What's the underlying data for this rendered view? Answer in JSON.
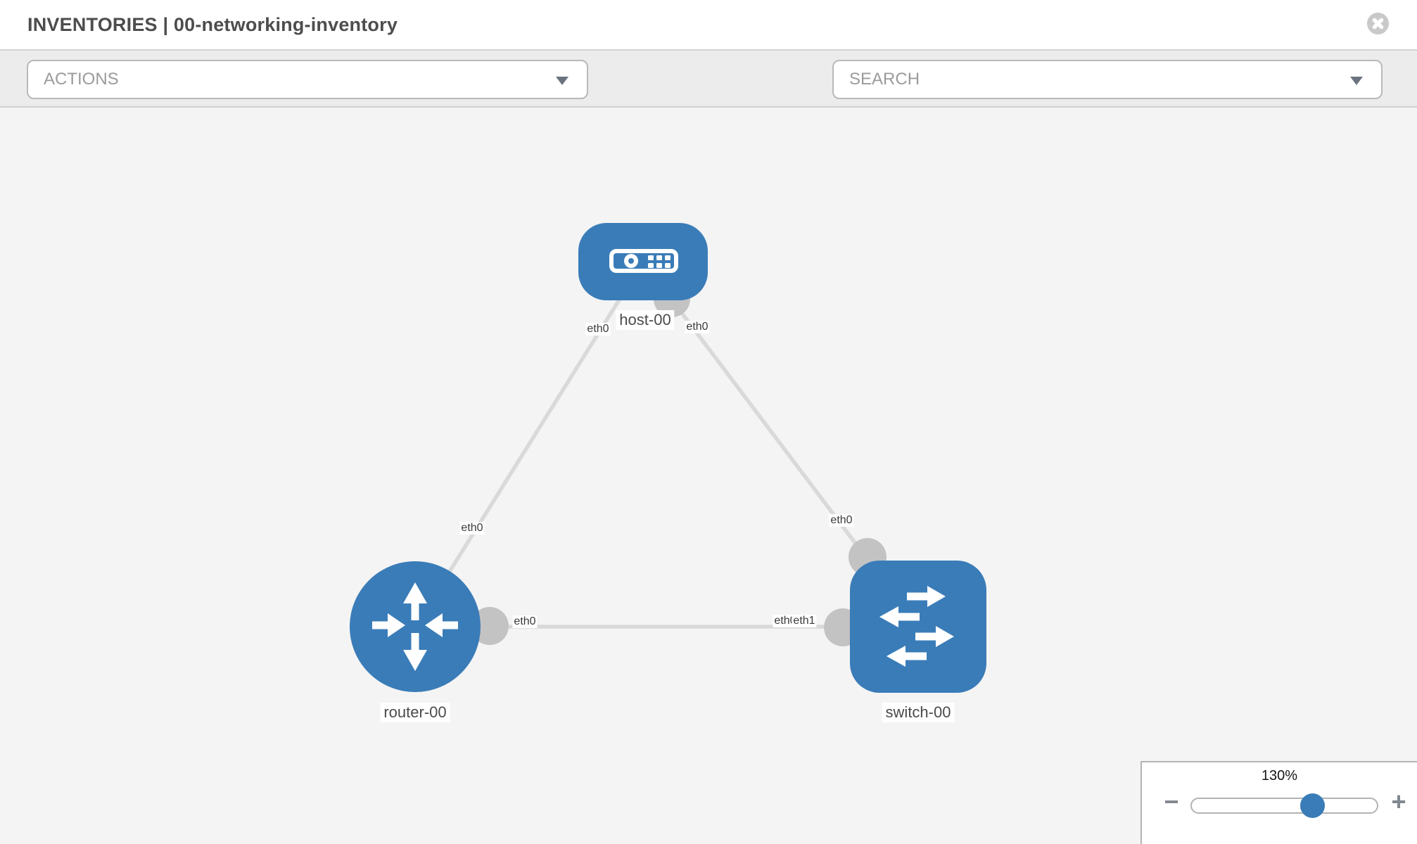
{
  "header": {
    "title": "INVENTORIES | 00-networking-inventory"
  },
  "toolbar": {
    "actions_placeholder": "ACTIONS",
    "search_placeholder": "SEARCH"
  },
  "topology": {
    "nodes": [
      {
        "id": "host-00",
        "type": "host",
        "label": "host-00"
      },
      {
        "id": "router-00",
        "type": "router",
        "label": "router-00"
      },
      {
        "id": "switch-00",
        "type": "switch",
        "label": "switch-00"
      }
    ],
    "links": [
      {
        "from": "host-00",
        "to": "router-00"
      },
      {
        "from": "host-00",
        "to": "switch-00"
      },
      {
        "from": "router-00",
        "to": "switch-00"
      }
    ],
    "interface_badges": [
      {
        "text": "eth0"
      },
      {
        "text": "eth0"
      },
      {
        "text": "eth0"
      },
      {
        "text": "eth0"
      },
      {
        "text": "eth0"
      },
      {
        "text": "eth0"
      },
      {
        "text": "eth1"
      }
    ]
  },
  "zoom_control": {
    "level": "130%",
    "minus": "−",
    "plus": "+"
  },
  "colors": {
    "node_blue": "#3a7cb8",
    "link_gray": "#d9d9d9",
    "iface_gray": "#c3c3c3",
    "canvas_bg": "#f4f4f4",
    "toolbar_bg": "#ececec"
  }
}
